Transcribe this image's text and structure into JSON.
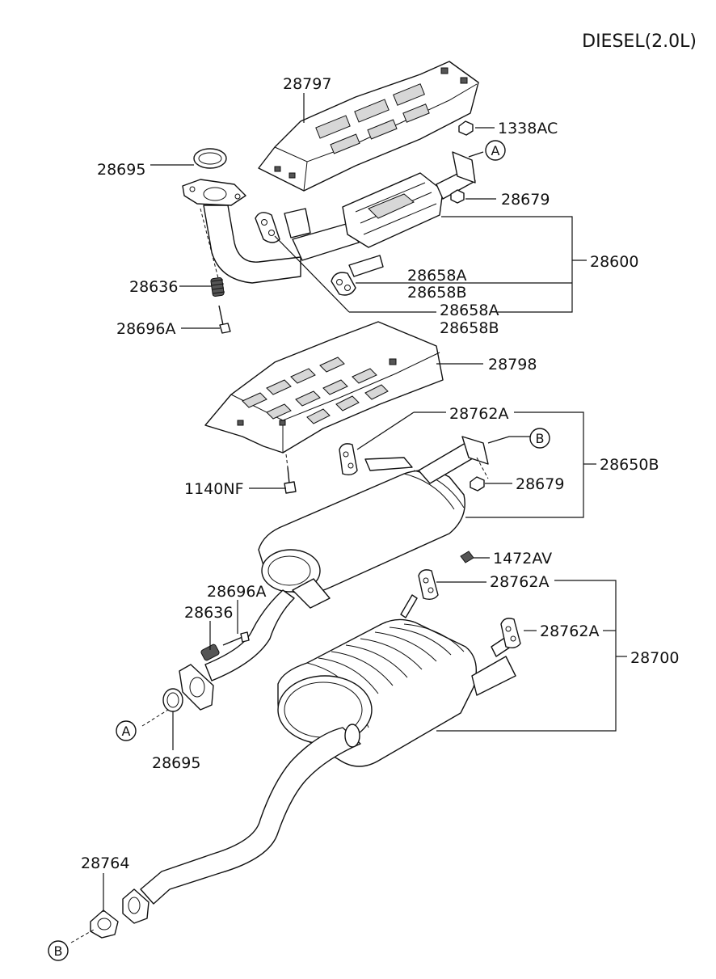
{
  "header": {
    "title": "DIESEL(2.0L)"
  },
  "callouts": {
    "c28797": "28797",
    "c1338AC": "1338AC",
    "c28695_top": "28695",
    "c28679_top": "28679",
    "c28600": "28600",
    "c28636_top": "28636",
    "c28658A_1": "28658A",
    "c28658B_1": "28658B",
    "c28658A_2": "28658A",
    "c28658B_2": "28658B",
    "c28696A_top": "28696A",
    "c28798": "28798",
    "c28762A_1": "28762A",
    "c28650B": "28650B",
    "c28679_mid": "28679",
    "c1140NF": "1140NF",
    "c1472AV": "1472AV",
    "c28762A_2": "28762A",
    "c28696A_mid": "28696A",
    "c28636_mid": "28636",
    "c28762A_3": "28762A",
    "c28700": "28700",
    "c28695_bot": "28695",
    "c28764": "28764"
  },
  "refs": {
    "a_top": "A",
    "a_bot": "A",
    "b_top": "B",
    "b_bot": "B"
  }
}
